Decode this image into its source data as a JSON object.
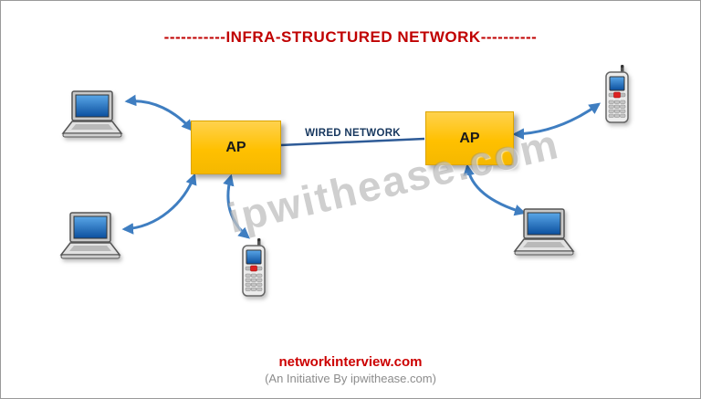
{
  "diagram": {
    "title": "-----------INFRA-STRUCTURED NETWORK----------",
    "access_points": [
      {
        "label": "AP"
      },
      {
        "label": "AP"
      }
    ],
    "wired_network_label": "WIRED NETWORK",
    "watermark": "ipwithease.com",
    "devices": [
      "laptop-top-left",
      "laptop-bottom-left",
      "mobile-phone-bottom-left",
      "mobile-phone-top-right",
      "laptop-bottom-right"
    ],
    "colors": {
      "title_red": "#C00000",
      "ap_yellow": "#FFC000",
      "arrow_blue": "#3F7EC1",
      "wired_label_navy": "#17375E"
    }
  },
  "footer": {
    "site": "networkinterview.com",
    "tagline": "(An Initiative By ipwithease.com)"
  }
}
